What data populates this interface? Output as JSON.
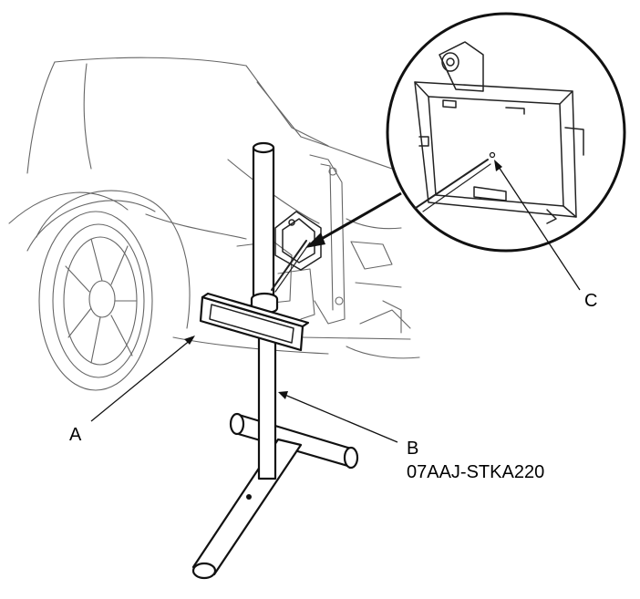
{
  "callouts": {
    "a": {
      "letter": "A"
    },
    "b": {
      "letter": "B",
      "part_number": "07AAJ-STKA220"
    },
    "c": {
      "letter": "C"
    }
  }
}
